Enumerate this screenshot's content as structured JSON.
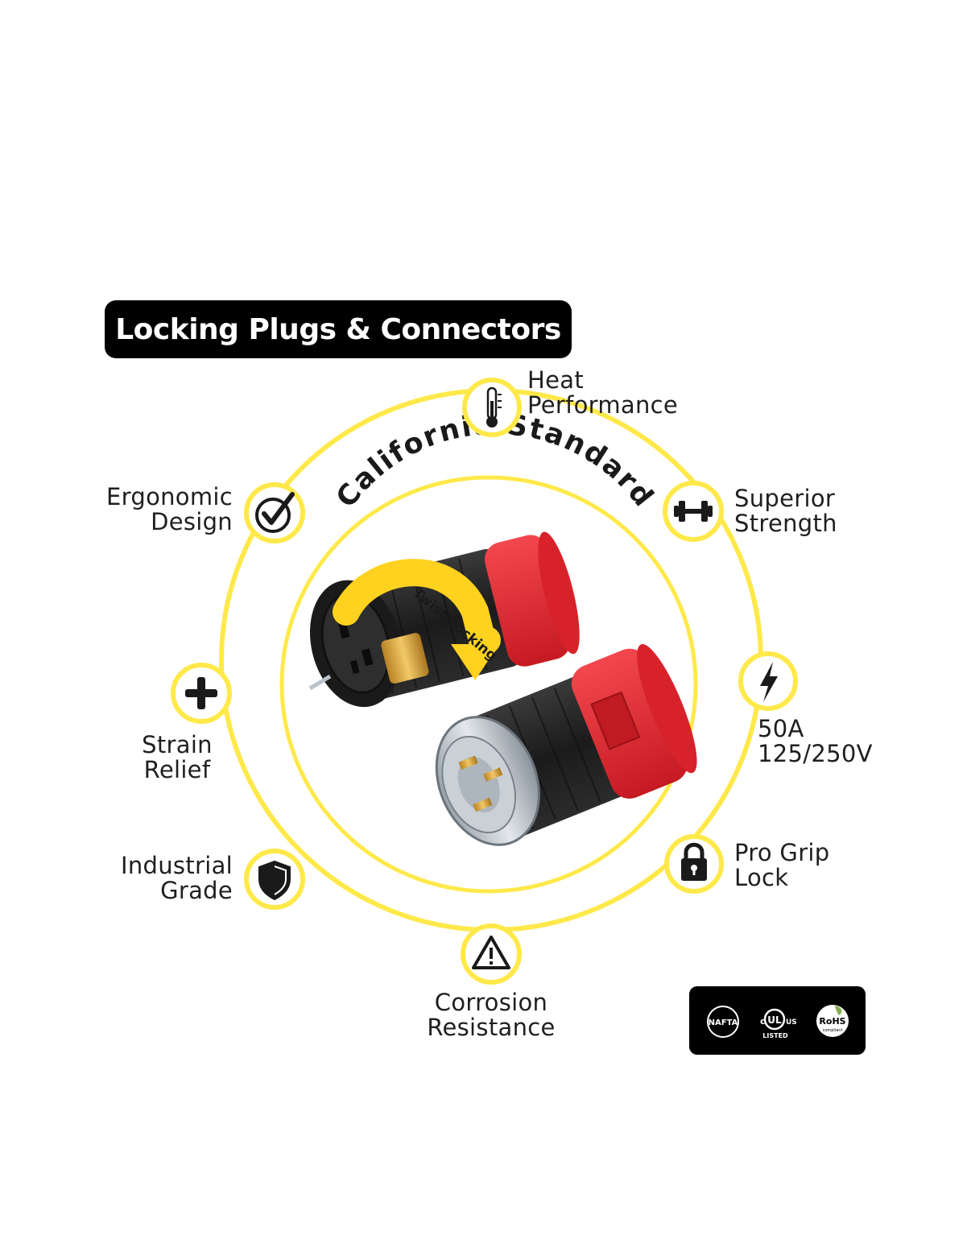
{
  "title": "Locking Plugs & Connectors",
  "arc_text": "California Standard",
  "twist_label": "Twist Locking",
  "features": {
    "heat": {
      "line1": "Heat",
      "line2": "Performance",
      "icon": "thermometer-icon"
    },
    "ergonomic": {
      "line1": "Ergonomic",
      "line2": "Design",
      "icon": "check-circle-icon"
    },
    "strength": {
      "line1": "Superior",
      "line2": "Strength",
      "icon": "dumbbell-icon"
    },
    "strain": {
      "line1": "Strain",
      "line2": "Relief",
      "icon": "plus-icon"
    },
    "power": {
      "line1": "50A",
      "line2": "125/250V",
      "icon": "lightning-icon"
    },
    "industrial": {
      "line1": "Industrial",
      "line2": "Grade",
      "icon": "shield-icon"
    },
    "grip": {
      "line1": "Pro Grip",
      "line2": "Lock",
      "icon": "padlock-icon"
    },
    "corrosion": {
      "line1": "Corrosion",
      "line2": "Resistance",
      "icon": "warning-triangle-icon"
    }
  },
  "certifications": {
    "nafta": "NAFTA",
    "ul_c": "c",
    "ul_mark": "UL",
    "ul_us": "US",
    "ul_listed": "LISTED",
    "rohs": "RoHS",
    "rohs_sub": "compliant"
  },
  "colors": {
    "ring": "#FFE94A",
    "plug_red": "#E8252D",
    "plug_black": "#1E1E1E",
    "brass": "#D9A53A"
  }
}
